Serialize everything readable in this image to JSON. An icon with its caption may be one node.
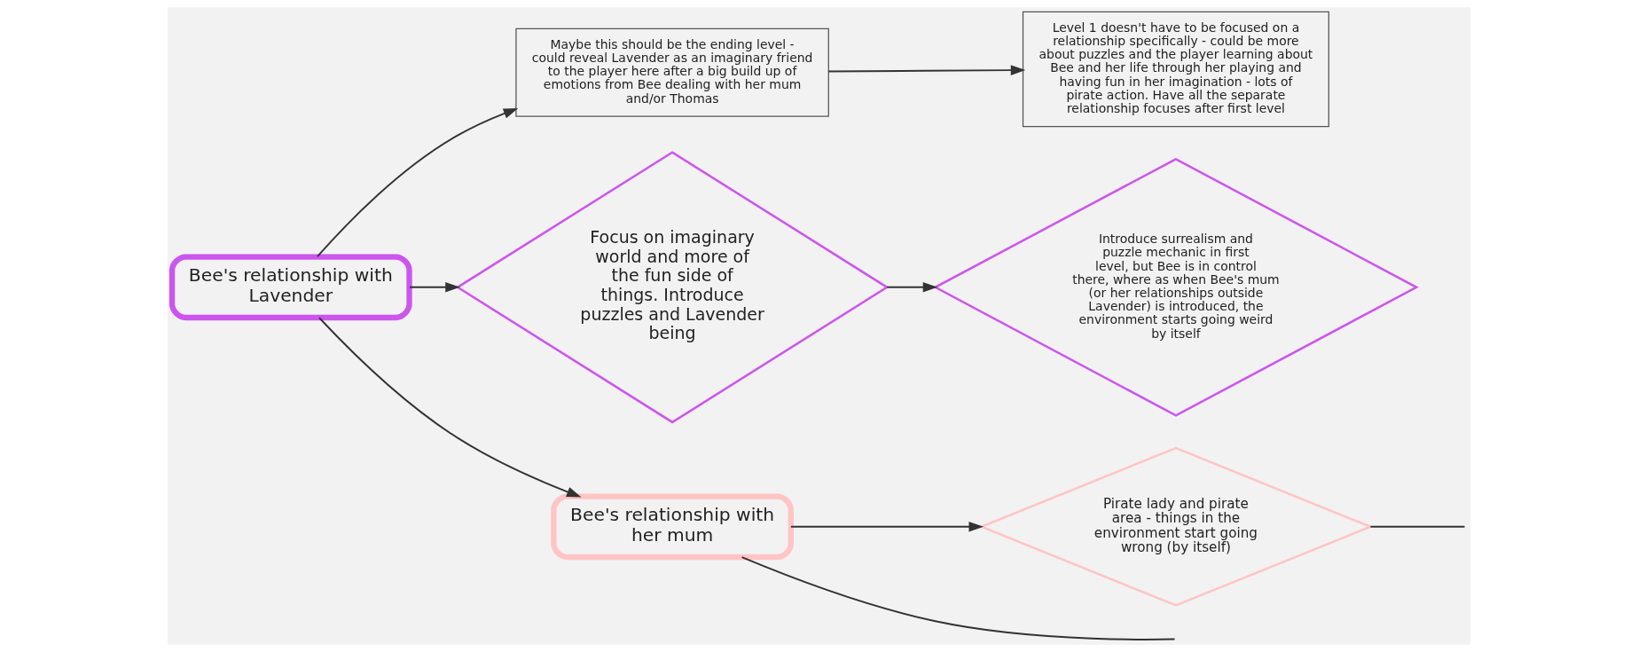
{
  "diagram": {
    "nodes": [
      {
        "text": [
          "Maybe this should be the ending level - could reveal Lavender as an imaginary friend to the player here after a big build up of emotions from Bee dealing with her mum and/or Thomas"
        ]
      },
      {
        "text": [
          "Level 1 doesn't have to be focused on a relationship specifically - could be more about puzzles and the player learning about Bee and her life through her playing and having fun in her imagination - lots of pirate action. Have all the separate relationship focuses after first level"
        ]
      },
      {
        "text": [
          "Bee's relationship with Lavender"
        ]
      },
      {
        "text": [
          "Focus on imaginary world and more of the fun side of things. Introduce puzzles and Lavender being"
        ]
      },
      {
        "text": [
          "Introduce surrealism and puzzle mechanic in first level, but Bee is in control there, where as when Bee's mum (or her relationships outside Lavender) is introduced, the environment starts going weird by itself"
        ]
      },
      {
        "text": [
          "Pirate lady and pirate area - things in the environment start going wrong (by itself)"
        ]
      },
      {
        "text": [
          "Bee's relationship with her mum"
        ]
      }
    ],
    "edges": [
      {
        "from": 2,
        "to": 0,
        "arrow": "to"
      },
      {
        "from": 0,
        "to": 1,
        "arrow": "to"
      },
      {
        "from": 2,
        "to": 3,
        "arrow": "to"
      },
      {
        "from": 3,
        "to": 4,
        "arrow": "to"
      },
      {
        "from": 2,
        "to": 6,
        "arrow": "to"
      },
      {
        "from": 6,
        "to": 5,
        "arrow": "to"
      },
      {
        "from": 5,
        "to": null,
        "arrow": "none"
      },
      {
        "from": 6,
        "to": null,
        "arrow": "none"
      }
    ]
  }
}
